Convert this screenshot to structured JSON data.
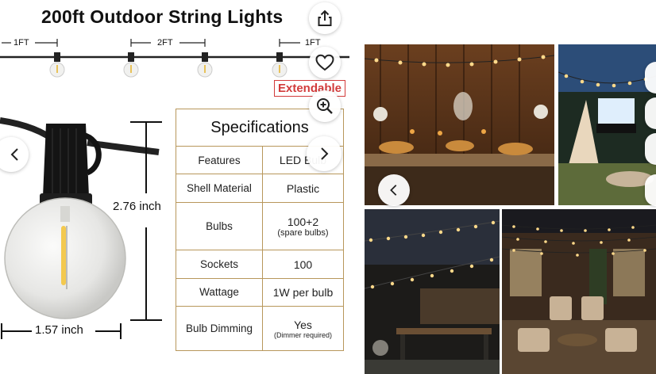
{
  "product": {
    "title": "200ft Outdoor String Lights",
    "extendable_label": "Extendable",
    "spacing_labels": [
      "1FT",
      "2FT",
      "1FT"
    ]
  },
  "dimensions": {
    "height": "2.76 inch",
    "width": "1.57 inch"
  },
  "specifications": {
    "heading": "Specifications",
    "rows": [
      {
        "label": "Features",
        "value": "LED Bulb"
      },
      {
        "label": "Shell Material",
        "value": "Plastic"
      },
      {
        "label": "Bulbs",
        "value": "100+2",
        "note": "(spare bulbs)"
      },
      {
        "label": "Sockets",
        "value": "100"
      },
      {
        "label": "Wattage",
        "value": "1W per bulb"
      },
      {
        "label": "Bulb Dimming",
        "value": "Yes",
        "note": "(Dimmer required)"
      }
    ]
  },
  "icons": {
    "share": "share-icon",
    "favorite": "heart-icon",
    "zoom": "zoom-in-icon",
    "prev": "chevron-left-icon",
    "next": "chevron-right-icon"
  },
  "colors": {
    "accent_red": "#d23b3b",
    "table_border": "#b8975b"
  }
}
